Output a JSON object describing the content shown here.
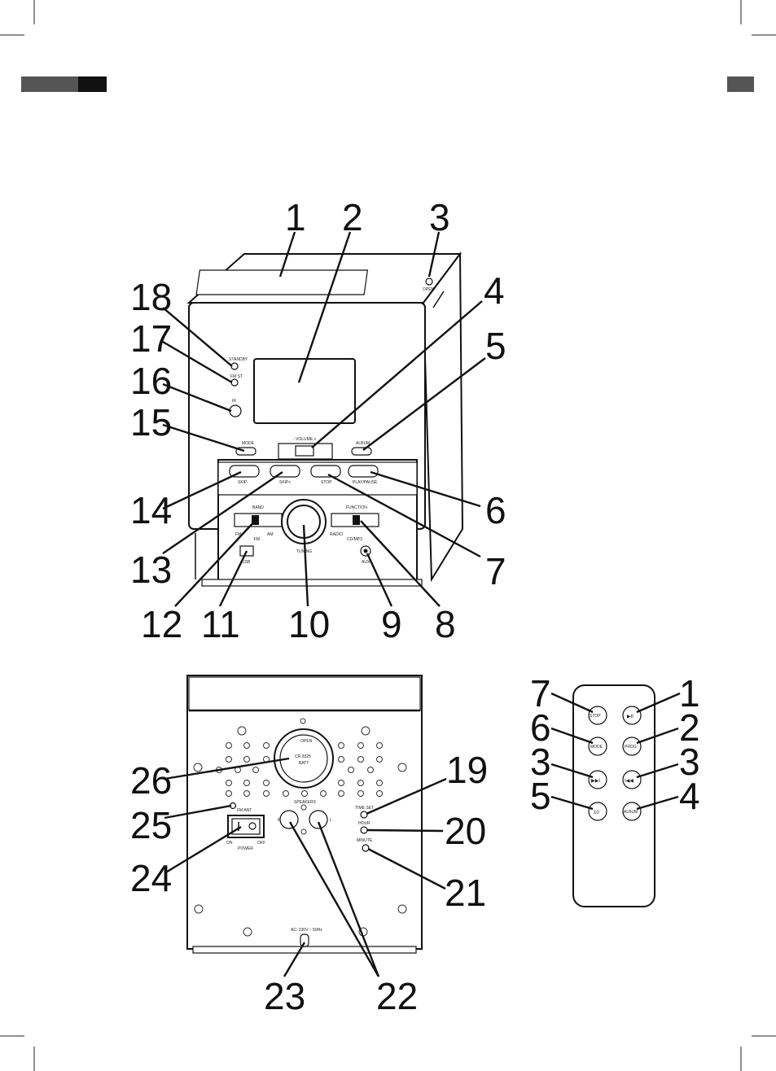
{
  "front": {
    "numbers": [
      "1",
      "2",
      "3",
      "4",
      "5",
      "6",
      "7",
      "8",
      "9",
      "10",
      "11",
      "12",
      "13",
      "14",
      "15",
      "16",
      "17",
      "18"
    ],
    "labels": {
      "open": "OPEN",
      "standby": "STANDBY",
      "fm_st": "FM ST",
      "ir": "IR",
      "mode": "MODE",
      "volume": "- VOLUME +",
      "album": "ALBUM",
      "skip_back": "SKIP-",
      "skip_fwd": "SKIP+",
      "stop": "STOP",
      "play_pause": "PLAY/PAUSE",
      "band": "BAND",
      "fm": "FM",
      "am": "AM",
      "fm2": "FM",
      "function": "FUNCTION",
      "radio": "RADIO",
      "cd_mp3": "CD/MP3",
      "tuning": "TUNING",
      "usb": "USB",
      "aux": "AUX"
    }
  },
  "back": {
    "numbers": [
      "19",
      "20",
      "21",
      "22",
      "23",
      "24",
      "25",
      "26"
    ],
    "labels": {
      "open": "OPEN",
      "cr": "CR 2025",
      "batt": "BATT",
      "speakers": "SPEAKERS",
      "r": "R",
      "l": "L",
      "fm_ant": "FM ANT",
      "on": "ON",
      "off": "OFF",
      "power": "POWER",
      "time_set": "TIME SET",
      "hour": "HOUR",
      "minute": "MINUTE",
      "ac": "AC: 230V ~ 50Hz"
    }
  },
  "remote": {
    "numbers_left": [
      "7",
      "6",
      "3",
      "5"
    ],
    "numbers_right": [
      "1",
      "2",
      "3",
      "4"
    ],
    "buttons": {
      "stop": "STOP",
      "play": "▶II",
      "mode": "MODE",
      "prog": "PROG",
      "next": "▶▶I",
      "prev": "I◀◀",
      "ten": "10",
      "album": "ALBUM"
    }
  },
  "colors": {
    "ink": "#111111",
    "marker_gray": "#555555",
    "marker_dark": "#111111"
  }
}
